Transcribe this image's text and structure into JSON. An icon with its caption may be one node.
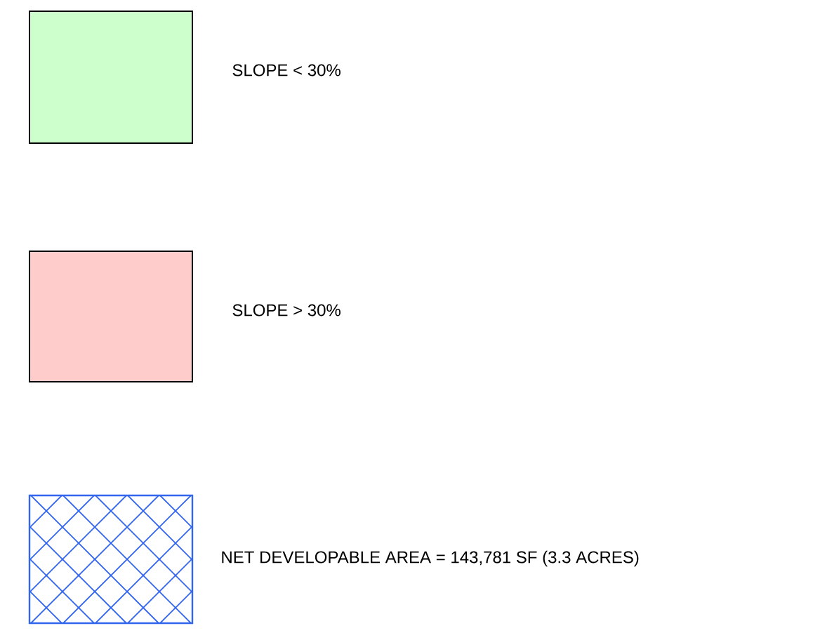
{
  "diagram": {
    "legend": [
      {
        "text": "SLOPE < 30%",
        "color": "#ccffcc"
      },
      {
        "text": "SLOPE > 30%",
        "color": "#ffcccc"
      },
      {
        "text": "NET DEVELOPABLE AREA = 143,781 SF (3.3 ACRES)"
      }
    ]
  }
}
